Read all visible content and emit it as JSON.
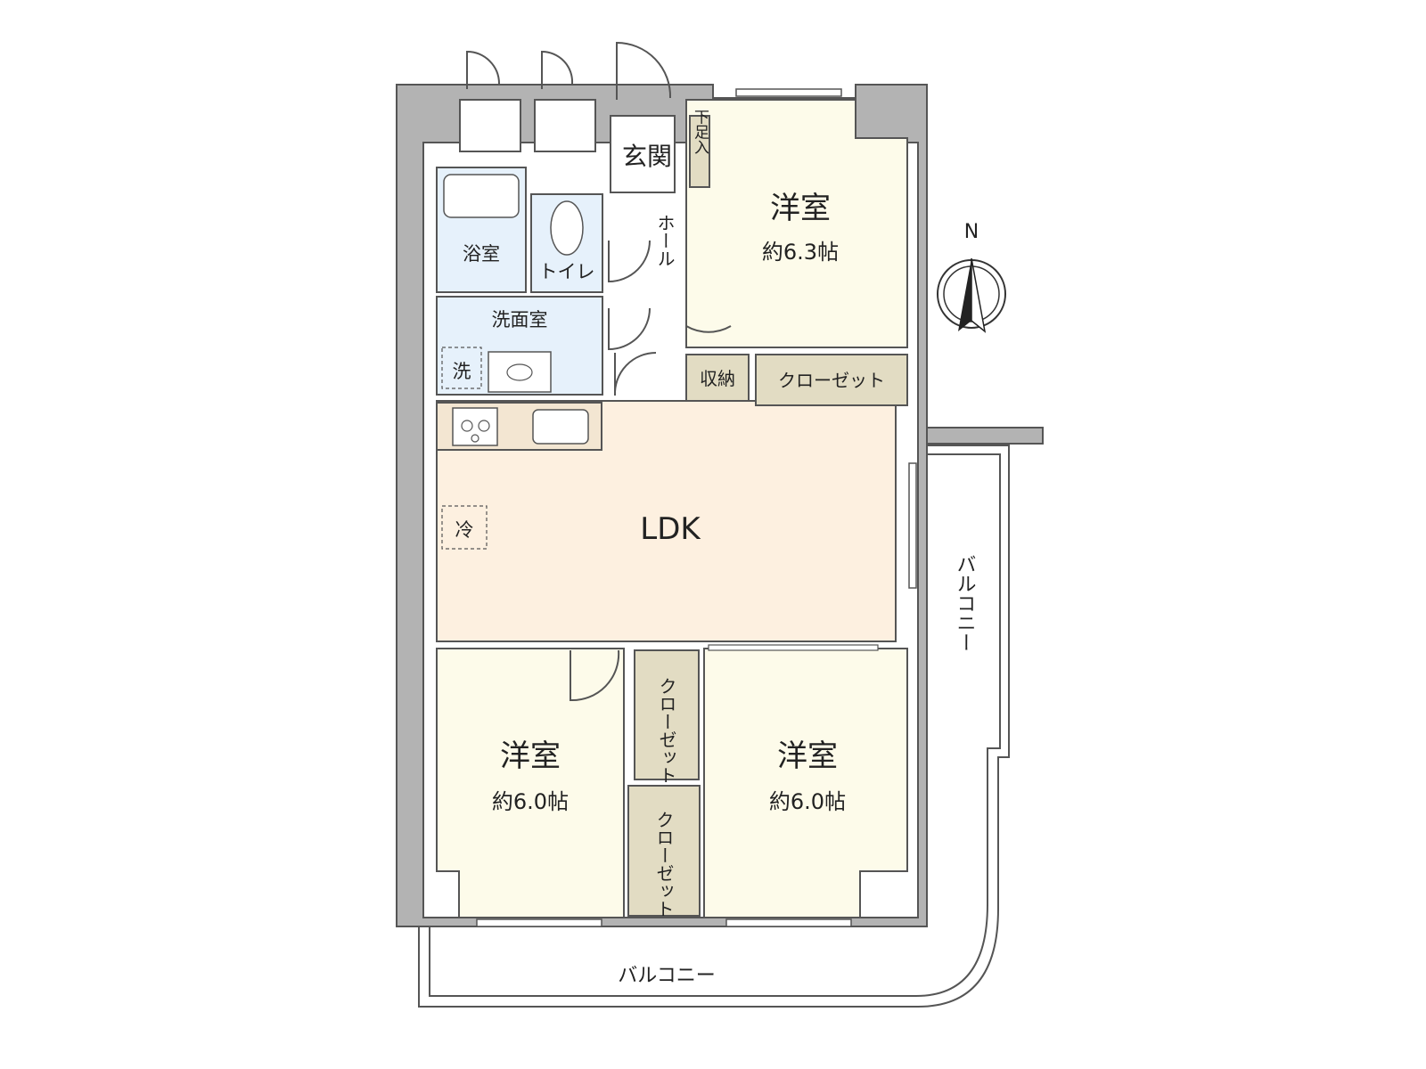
{
  "rooms": {
    "genkan": "玄関",
    "getabako": "下足入",
    "hall": "ホール",
    "bath": "浴室",
    "toilet": "トイレ",
    "washroom": "洗面室",
    "washer": "洗",
    "fridge": "冷",
    "ldk": "LDK",
    "storage": "収納",
    "closet_north": "クローゼット",
    "closet_a": "クローゼット",
    "closet_b": "クローゼット",
    "west_north": {
      "name": "洋室",
      "size": "約6.3帖"
    },
    "west_sw": {
      "name": "洋室",
      "size": "約6.0帖"
    },
    "west_se": {
      "name": "洋室",
      "size": "約6.0帖"
    },
    "balcony_east": "バルコニー",
    "balcony_south": "バルコニー"
  },
  "compass": {
    "label": "N"
  },
  "colors": {
    "wall": "#b3b3b3",
    "wet_area": "#e6f1fb",
    "ldk": "#fdf0e0",
    "western_room": "#fdfbea",
    "closet": "#e2dcc3",
    "hall": "#ffffff"
  }
}
